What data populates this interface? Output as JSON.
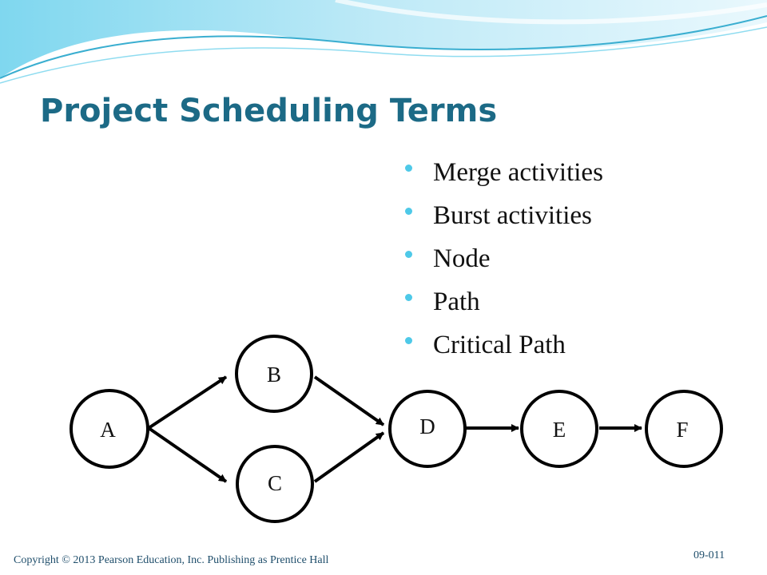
{
  "slide": {
    "title": "Project Scheduling Terms",
    "bullets": [
      {
        "label": "Merge activities"
      },
      {
        "label": "Burst activities"
      },
      {
        "label": "Node"
      },
      {
        "label": "Path"
      },
      {
        "label": "Critical Path"
      }
    ],
    "footer": "Copyright © 2013 Pearson Education, Inc. Publishing as Prentice Hall",
    "slide_number": "09-011"
  },
  "diagram": {
    "nodes": [
      {
        "id": "A",
        "label": "A"
      },
      {
        "id": "B",
        "label": "B"
      },
      {
        "id": "C",
        "label": "C"
      },
      {
        "id": "D",
        "label": "D"
      },
      {
        "id": "E",
        "label": "E"
      },
      {
        "id": "F",
        "label": "F"
      }
    ],
    "edges": [
      {
        "from": "A",
        "to": "B"
      },
      {
        "from": "A",
        "to": "C"
      },
      {
        "from": "B",
        "to": "D"
      },
      {
        "from": "C",
        "to": "D"
      },
      {
        "from": "D",
        "to": "E"
      },
      {
        "from": "E",
        "to": "F"
      }
    ]
  },
  "colors": {
    "title": "#1c6a86",
    "bullet": "#4ec9e8",
    "wave_light": "#d9f3fb",
    "wave_mid": "#8fdcf0",
    "wave_dark": "#3aaed0"
  }
}
